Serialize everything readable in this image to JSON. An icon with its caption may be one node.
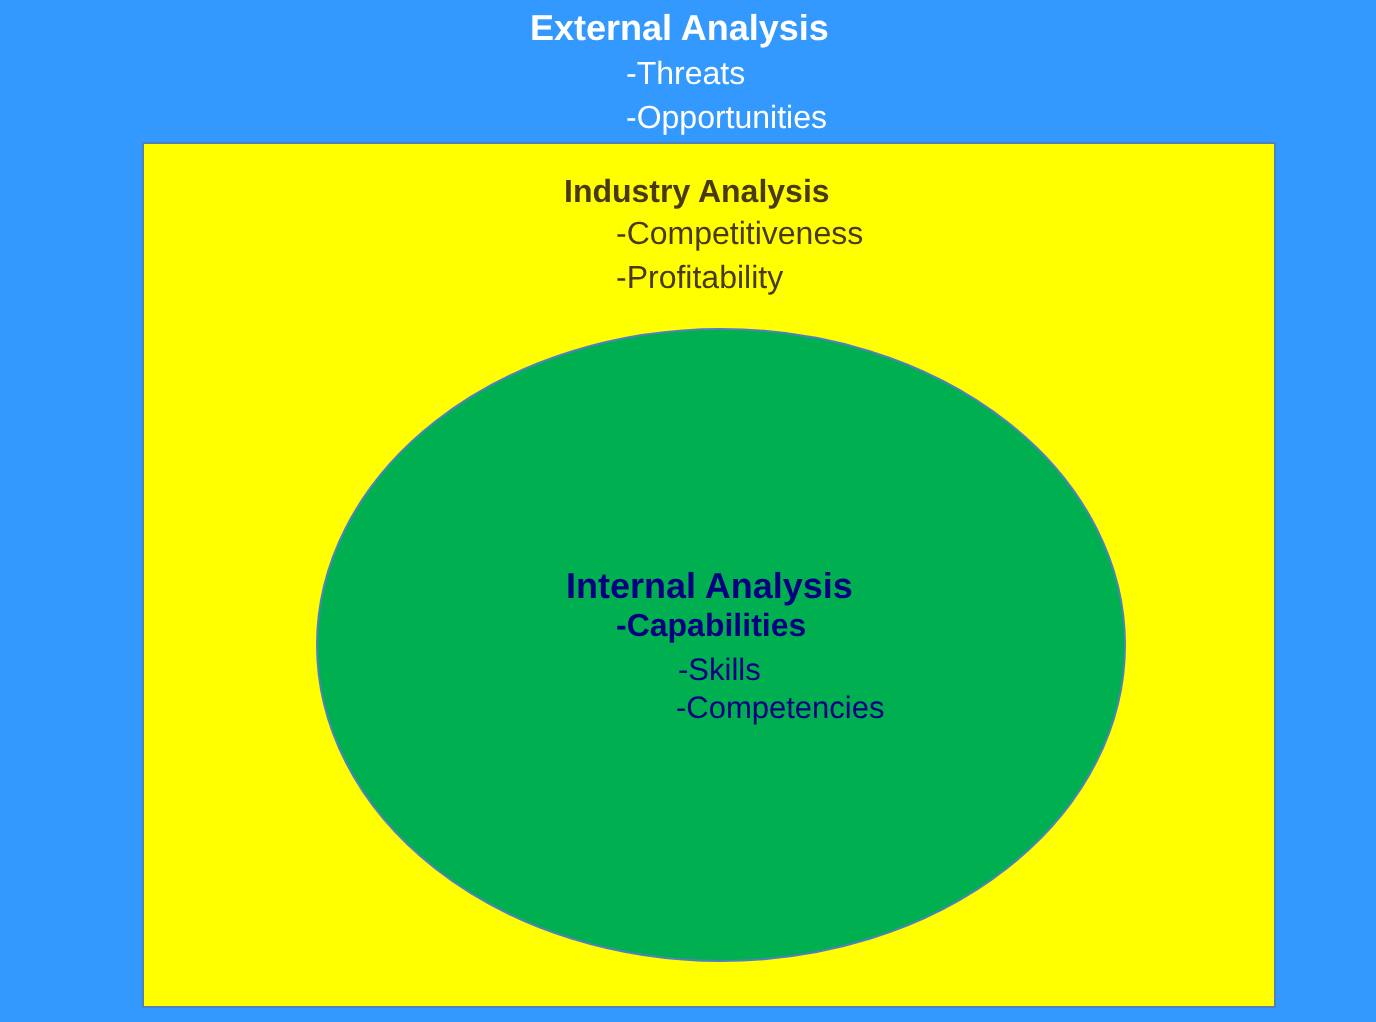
{
  "diagram": {
    "nodes": [
      {
        "text": [
          "External Analysis",
          "-Threats",
          "-Opportunities"
        ]
      },
      {
        "text": [
          "Industry Analysis",
          "-Competitiveness",
          "-Profitability"
        ],
        "in": 0
      },
      {
        "text": [
          "Internal Analysis",
          "-Capabilities",
          "-Skills",
          "-Competencies"
        ],
        "in": 1
      }
    ]
  }
}
